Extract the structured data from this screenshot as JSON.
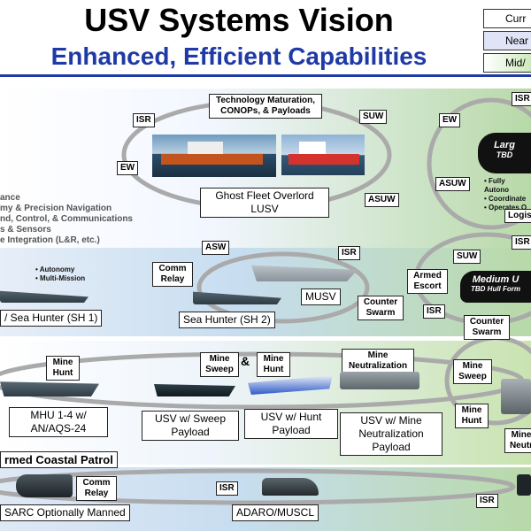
{
  "title": "USV Systems Vision",
  "subtitle": "Enhanced, Efficient Capabilities",
  "legend": [
    "Curr",
    "Near",
    "Mid/"
  ],
  "colors": {
    "title_blue": "#1f3aa6",
    "band_top": "#b8d9a8",
    "band_mid": "#c7ddf0"
  },
  "top_row": {
    "tech_box": "Technology Maturation, CONOPs, & Payloads",
    "isr": "ISR",
    "suw": "SUW",
    "ew": "EW",
    "asuw": "ASUW",
    "ghost_fleet": "Ghost Fleet Overlord LUSV",
    "right_ew": "EW",
    "right_asuw": "ASUW",
    "right_isr": "ISR",
    "logis": "Logis",
    "large": "Larg",
    "tbd": "TBD",
    "bullets": [
      "• Fully Autono",
      "• Coordinate",
      "• Operates O"
    ]
  },
  "left_list": [
    "ance",
    "my & Precision Navigation",
    "nd, Control, & Communications",
    "s & Sensors",
    "e Integration (L&R, etc.)"
  ],
  "mid_row": {
    "asw": "ASW",
    "isr": "ISR",
    "comm_relay": "Comm Relay",
    "autonomy": "• Autonomy",
    "multi": "• Multi-Mission",
    "musv": "MUSV",
    "sh1": "/ Sea Hunter (SH 1)",
    "sh2": "Sea Hunter (SH 2)",
    "counter_swarm": "Counter Swarm",
    "armed_escort": "Armed Escort",
    "suw": "SUW",
    "right_isr": "ISR",
    "right_isr2": "ISR",
    "right_counter": "Counter Swarm",
    "medium": "Medium U",
    "hull": "TBD Hull Form"
  },
  "mine_row": {
    "mine_hunt": "Mine Hunt",
    "mine_sweep": "Mine Sweep",
    "and": "&",
    "mine_hunt2": "Mine Hunt",
    "mine_neut": "Mine Neutralization",
    "mhu": "MHU 1-4 w/ AN/AQS-24",
    "sweep_payload": "USV w/ Sweep Payload",
    "hunt_payload": "USV w/ Hunt Payload",
    "neut_payload": "USV w/ Mine Neutralization Payload",
    "right_sweep": "Mine Sweep",
    "right_hunt": "Mine Hunt",
    "right_mine": "Mine Neutr"
  },
  "bottom_row": {
    "coastal": "rmed Coastal Patrol",
    "comm_relay": "Comm Relay",
    "sarc": "SARC Optionally Manned",
    "isr": "ISR",
    "adaro": "ADARO/MUSCL",
    "right_isr": "ISR"
  }
}
